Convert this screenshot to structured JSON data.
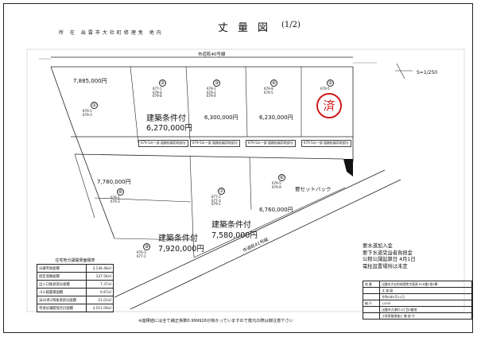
{
  "header": {
    "address": "所 在 出雲市大社町修理免 地内",
    "title": "丈量図",
    "page_indicator": "(1/2)"
  },
  "road": {
    "top_label": "市道萩40号線",
    "bottom_label": "市道萩41号線"
  },
  "scale": "S=1/250",
  "scale_label": "S=1/250",
  "lots": [
    {
      "no": "①",
      "price": "7,885,000円",
      "condition": "",
      "info": [
        "679-1",
        "679-3"
      ]
    },
    {
      "no": "②",
      "price": "6,270,000円",
      "condition": "建築条件付",
      "info": [
        "677-1",
        "679-4",
        "679-8"
      ]
    },
    {
      "no": "③",
      "price": "6,300,000円",
      "condition": "",
      "info": [
        "679-1",
        "679-2",
        "679-4"
      ]
    },
    {
      "no": "④",
      "price": "6,230,000円",
      "condition": "",
      "info": [
        "679-8",
        "679-5"
      ]
    },
    {
      "no": "⑤",
      "price": "",
      "condition": "",
      "info": [
        "679-5"
      ]
    },
    {
      "no": "⑥",
      "price": "6,760,000円",
      "condition": "",
      "info": [
        "679-5",
        "679-9"
      ]
    },
    {
      "no": "⑦",
      "price": "7,580,000円",
      "condition": "建築条件付",
      "info": [
        "677-2",
        "677-3",
        "679-1"
      ]
    },
    {
      "no": "⑧",
      "price": "7,780,000円",
      "condition": "",
      "info": [
        "679-1",
        "679-3"
      ]
    },
    {
      "no": "⑨",
      "price": "7,920,000円",
      "condition": "建築条件付",
      "info": [
        "676-3",
        "677-1"
      ]
    }
  ],
  "setback_label": "要セットバック",
  "stamp_char": "済",
  "stats": {
    "caption": "住宅地分譲開発面積表",
    "rows": [
      {
        "label": "分譲宅地面積",
        "value": "2,136.48㎡"
      },
      {
        "label": "指定道路面積",
        "value": "337.56㎡"
      },
      {
        "label": "出入口後退部分面積",
        "value": "7.37㎡"
      },
      {
        "label": "ゴミ箱置場面積",
        "value": "6.67㎡"
      },
      {
        "label": "法42条2項後退部分面積",
        "value": "21.01㎡"
      },
      {
        "label": "宅地分譲開発合計面積",
        "value": "2,511.09㎡"
      }
    ]
  },
  "notes": [
    "要水道加入金",
    "要下水道受益者負担金",
    "公租公課起算日 4月1日",
    "電柱設置場所は未定"
  ],
  "footer_note": "※座標値には全て補正係数0.999926が掛かっていますので復元の際は御注意下さい",
  "title_block": {
    "rows": [
      {
        "k": "地 番",
        "v": "出雲市大社町修理免字萩原 676番2他4筆"
      },
      {
        "k": "",
        "v": "丈 量 図"
      },
      {
        "k": "",
        "v": "令和4年5月11日"
      },
      {
        "k": "縮 尺",
        "v": "1/250"
      },
      {
        "k": "",
        "v": "出雲市大津町 6丁目9番地"
      },
      {
        "k": "",
        "v": "土地家屋調査士 勝 部 守"
      }
    ]
  },
  "owner_tags": [
    "679-1の一部 道路拡幅用地部分",
    "679-5の一部 道路拡幅用地部分",
    "679-5の一部 道路拡幅用地部分",
    "679-5の一部 道路拡幅用地部分"
  ]
}
